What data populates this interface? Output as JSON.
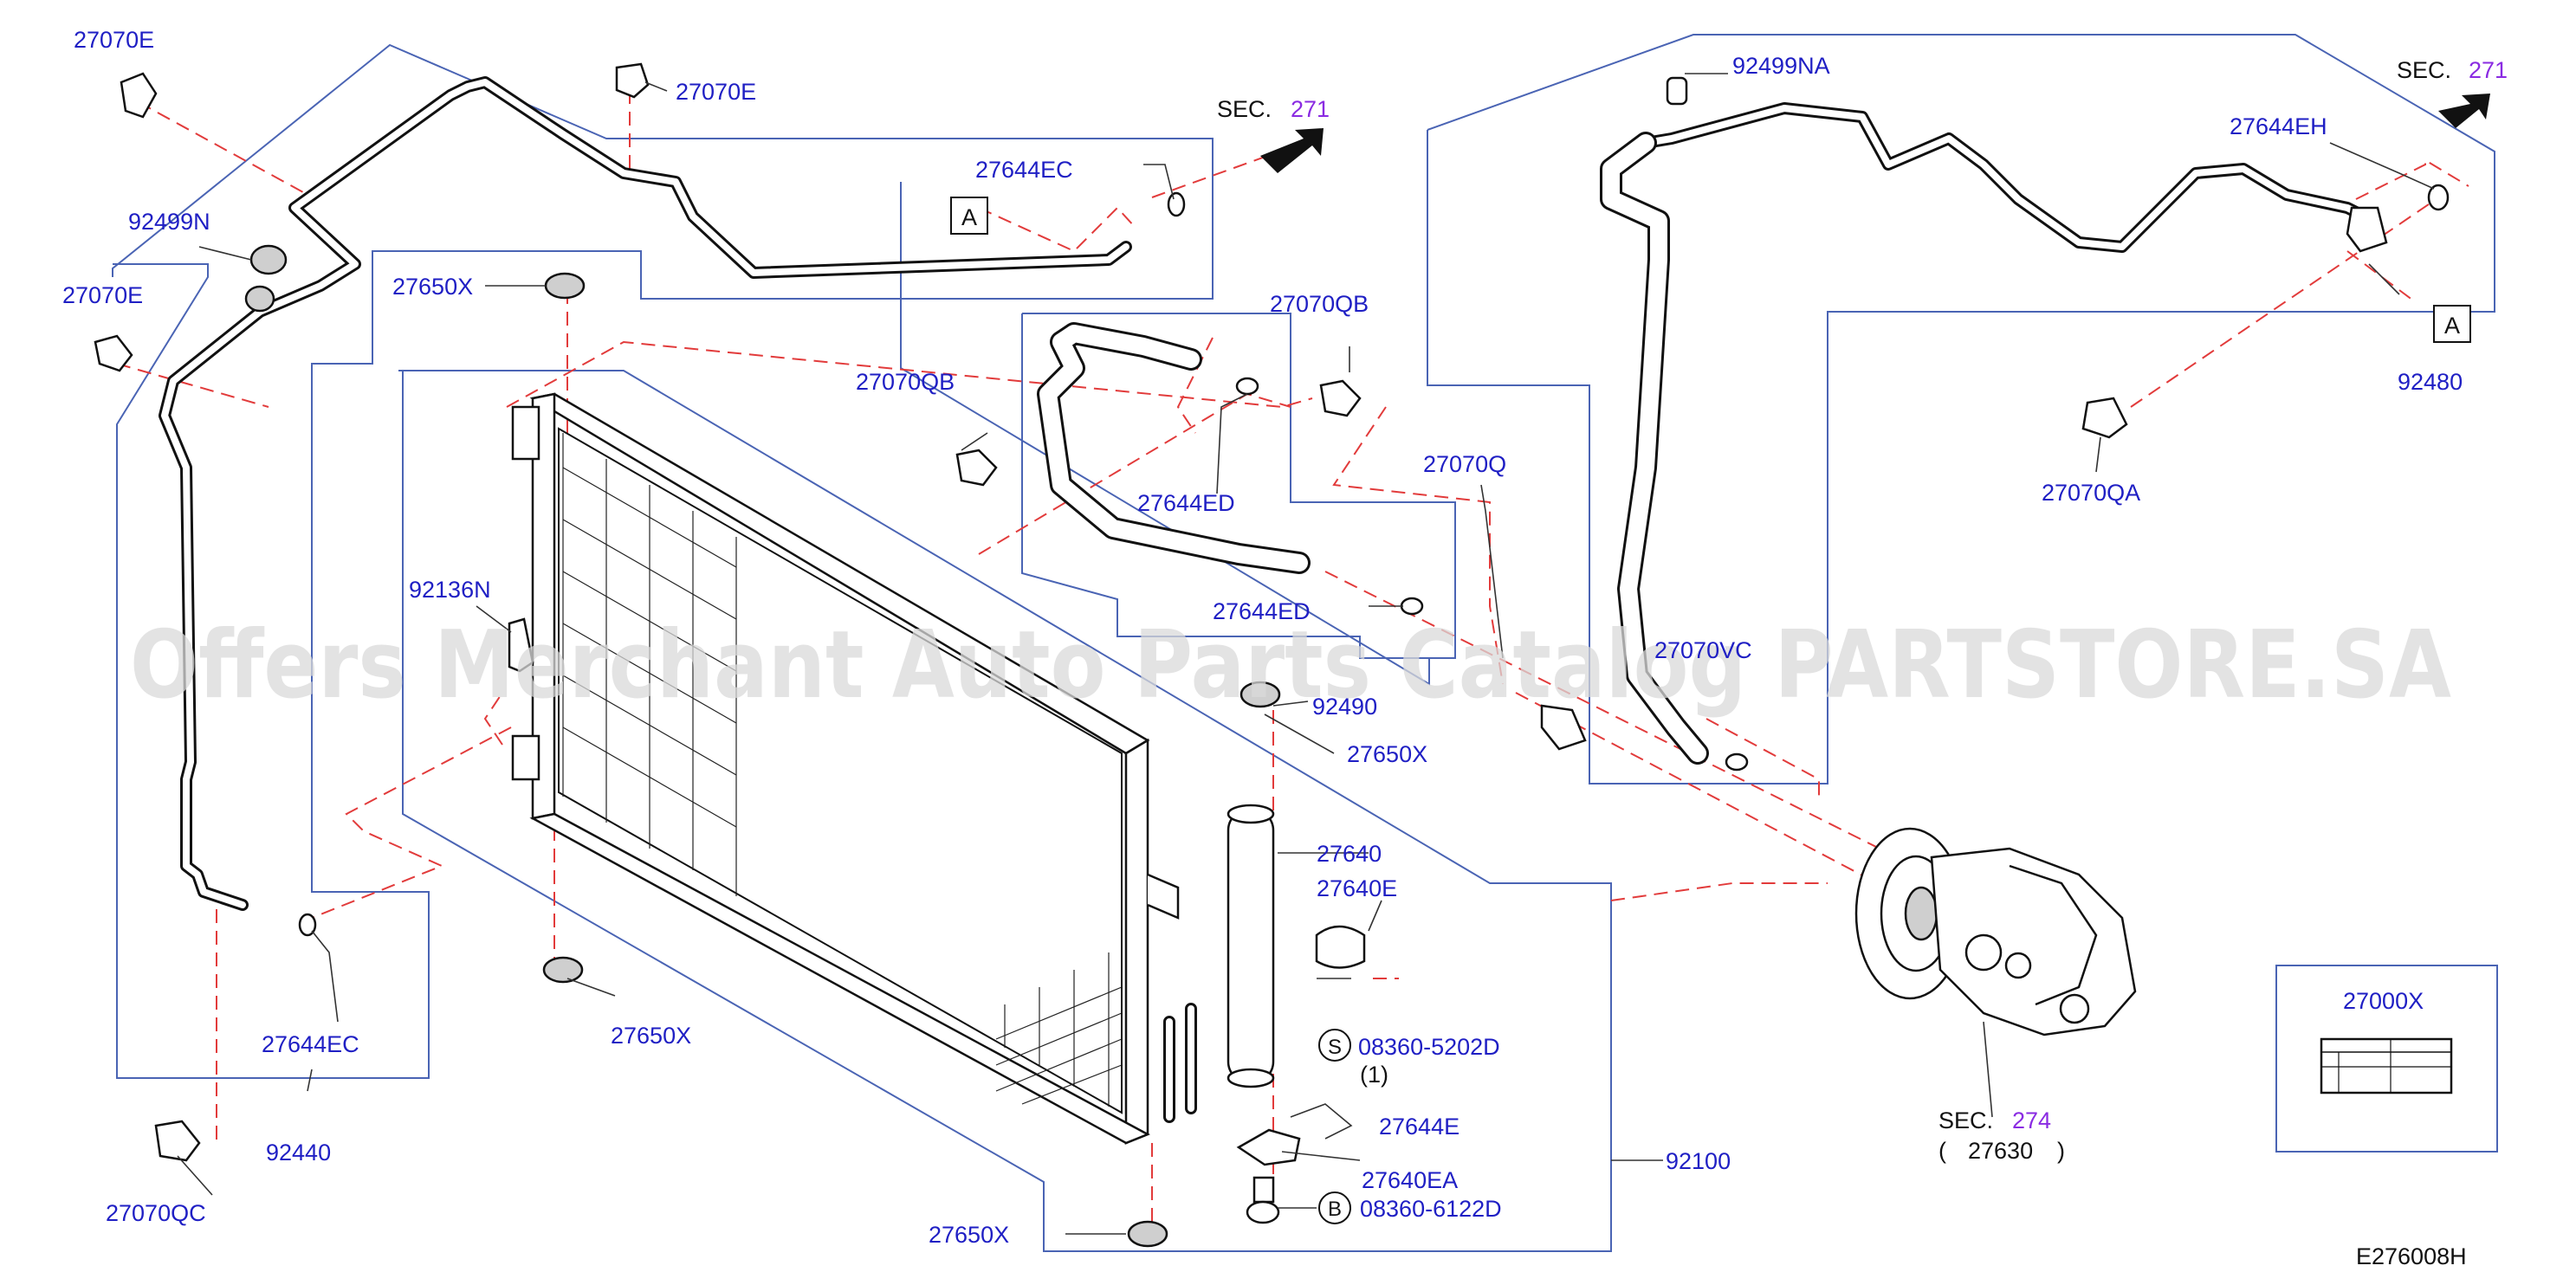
{
  "watermark": "Offers Merchant Auto Parts Catalog PARTSTORE.SA",
  "diagram_code": "E276008H",
  "ref_marks": {
    "a_left": "A",
    "a_right": "A",
    "s_circle": "S",
    "b_circle": "B"
  },
  "sections": {
    "sec_label": "SEC.",
    "sec_271_left": "271",
    "sec_271_right": "271",
    "sec_274": "274",
    "sec_274_sub_open": "(",
    "sec_274_sub": "27630",
    "sec_274_sub_close": ")"
  },
  "labels": {
    "p27070E_a": "27070E",
    "p27070E_b": "27070E",
    "p27070E_c": "27070E",
    "p92499N": "92499N",
    "p27650X_top": "27650X",
    "p27644EC_top": "27644EC",
    "p27070QB_a": "27070QB",
    "p27070QB_b": "27070QB",
    "p27644ED_a": "27644ED",
    "p27644ED_b": "27644ED",
    "p27070Q": "27070Q",
    "p92136N": "92136N",
    "p92490": "92490",
    "p27650X_mid": "27650X",
    "p27640": "27640",
    "p27640E": "27640E",
    "p08360_5202D": "08360-5202D",
    "p08360_5202D_qty": "(1)",
    "p27644E": "27644E",
    "p27640EA": "27640EA",
    "p08360_6122D": "08360-6122D",
    "p27650X_bot1": "27650X",
    "p27650X_bot2": "27650X",
    "p27644EC_bot": "27644EC",
    "p92440": "92440",
    "p27070QC": "27070QC",
    "p92100": "92100",
    "p92499NA": "92499NA",
    "p27644EH": "27644EH",
    "p92480": "92480",
    "p27070QA": "27070QA",
    "p27070VC": "27070VC",
    "p27000X": "27000X"
  }
}
